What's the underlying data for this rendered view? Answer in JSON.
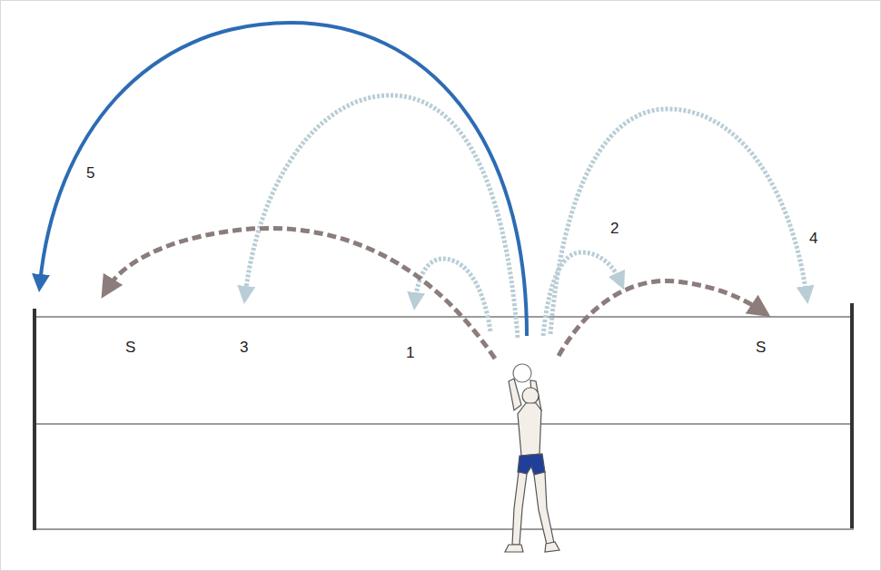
{
  "diagram": {
    "labels": [
      "5",
      "2",
      "4",
      "S",
      "3",
      "1",
      "S"
    ]
  }
}
